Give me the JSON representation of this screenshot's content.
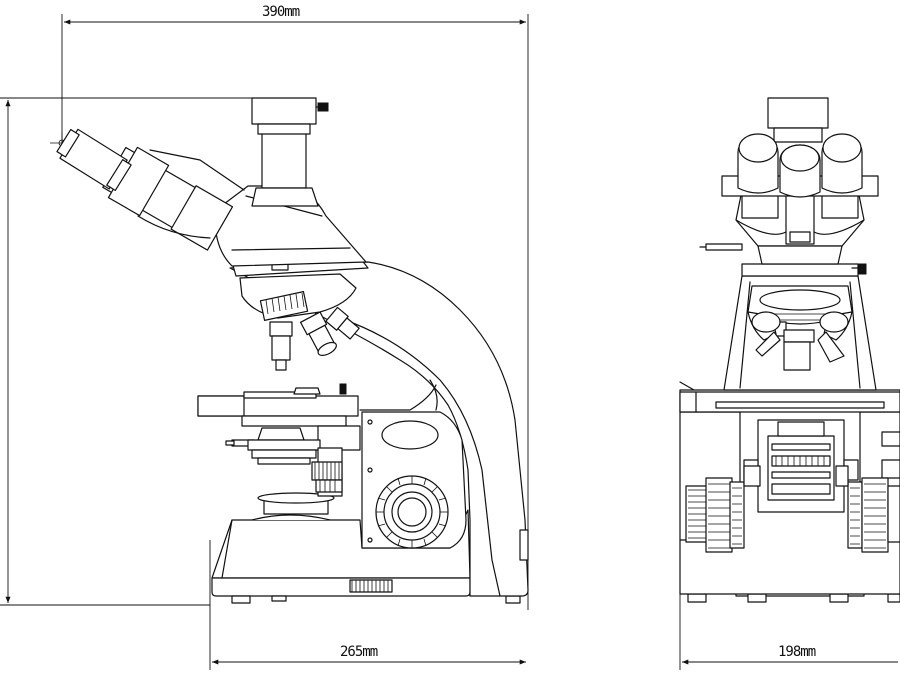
{
  "dimensions": {
    "overall_depth": "390mm",
    "base_depth": "265mm",
    "base_width": "198mm"
  }
}
